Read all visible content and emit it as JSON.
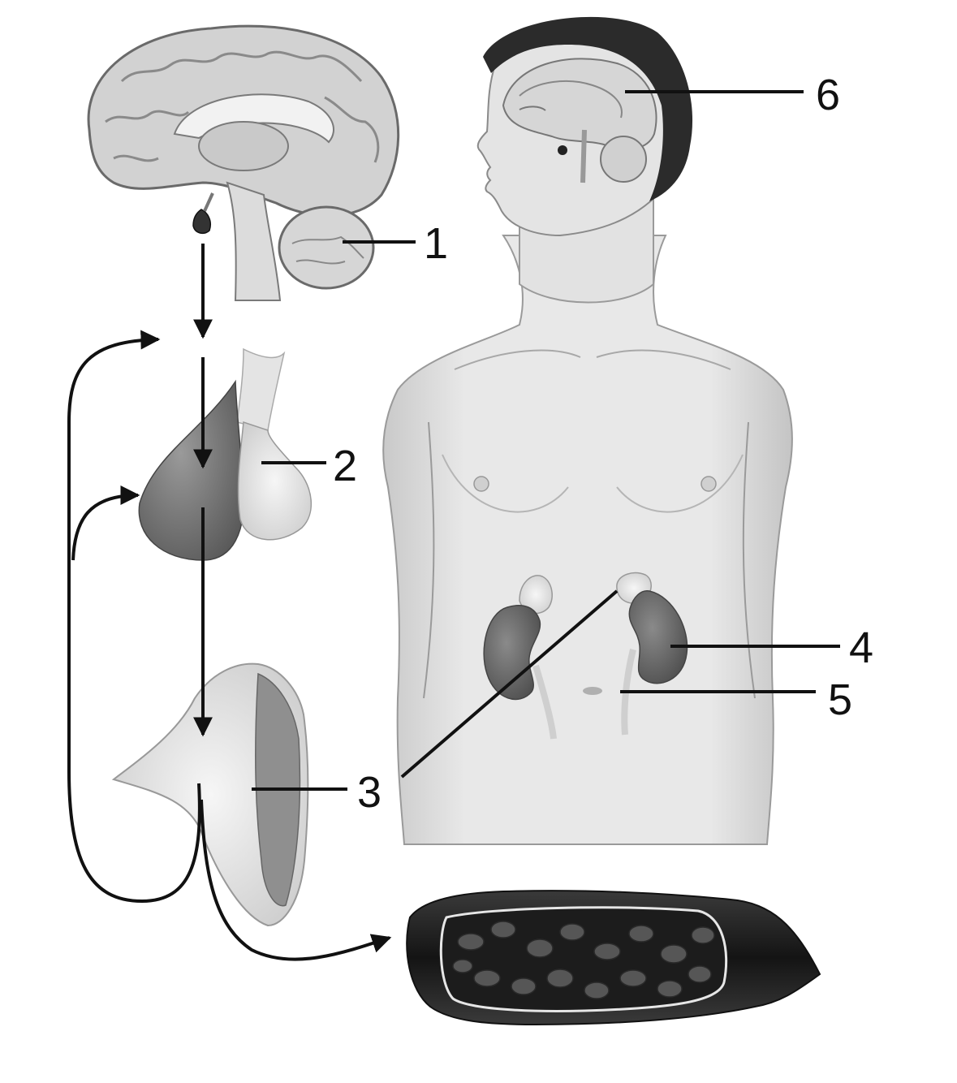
{
  "figure": {
    "labels": {
      "l1": "1",
      "l2": "2",
      "l3": "3",
      "l4": "4",
      "l5": "5",
      "l6": "6"
    }
  },
  "colors": {
    "ink": "#111111",
    "skin": "#e6e6e6",
    "skin_shadow": "#b8b8b8",
    "brain": "#d4d4d4",
    "dark_gland": "#7a7a7a",
    "light_gland": "#ececec",
    "kidney": "#6e6e6e",
    "vessel_wall": "#2a2a2a",
    "blood_cell": "#505050",
    "hair": "#2b2b2b"
  }
}
